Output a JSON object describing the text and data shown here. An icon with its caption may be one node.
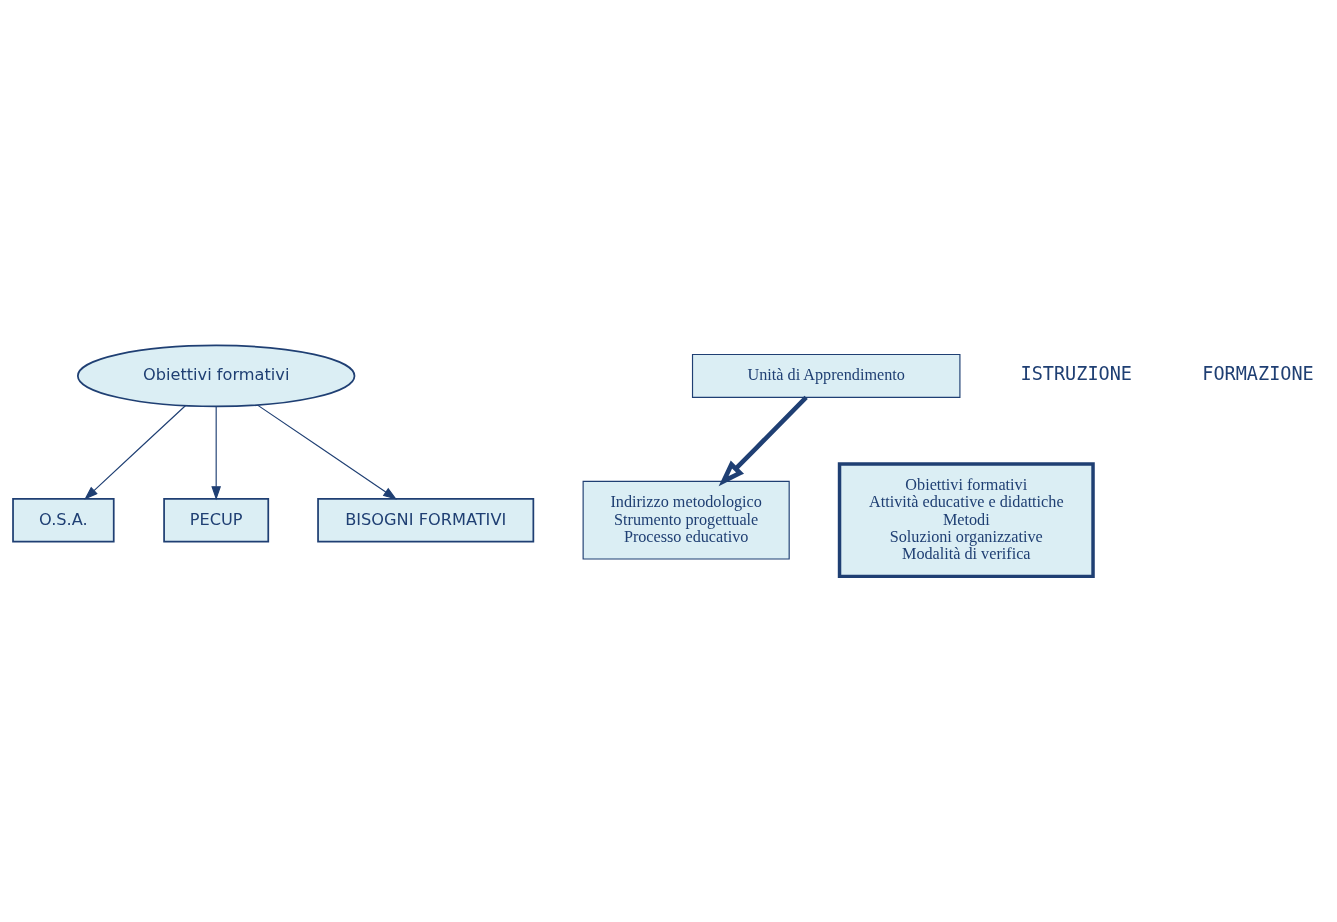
{
  "diagram": {
    "nodes": [
      {
        "text": [
          "O.S.A."
        ]
      },
      {
        "text": [
          "PECUP"
        ]
      },
      {
        "text": [
          "Obiettivi formativi"
        ]
      },
      {
        "text": [
          "BISOGNI FORMATIVI"
        ]
      },
      {
        "text": [
          "Indirizzo metodologico",
          "Strumento progettuale",
          "Processo educativo"
        ]
      },
      {
        "text": [
          "Unità di Apprendimento"
        ]
      },
      {
        "text": [
          "Obiettivi formativi",
          "Attività educative e didattiche",
          "Metodi",
          "Soluzioni organizzative",
          "Modalità di verifica"
        ]
      }
    ],
    "edges": [
      {
        "from": 2,
        "to": 0,
        "arrow": "to"
      },
      {
        "from": 2,
        "to": 1,
        "arrow": "to"
      },
      {
        "from": 2,
        "to": 3,
        "arrow": "to"
      },
      {
        "from": 5,
        "to": 4,
        "arrow": "to",
        "style": "thick"
      }
    ],
    "labels": [
      "ISTRUZIONE",
      "FORMAZIONE"
    ]
  }
}
